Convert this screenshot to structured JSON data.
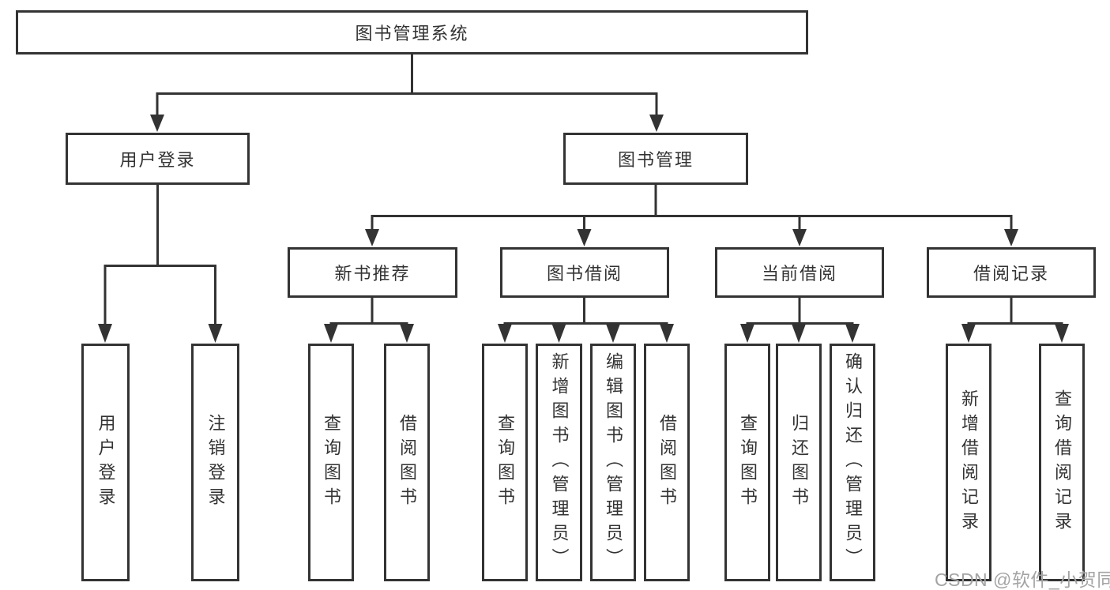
{
  "diagram": {
    "root": {
      "label": "图书管理系统"
    },
    "branches": [
      {
        "label": "用户登录",
        "leaves": [
          "用户登录",
          "注销登录"
        ]
      },
      {
        "label": "图书管理",
        "groups": [
          {
            "label": "新书推荐",
            "leaves": [
              "查询图书",
              "借阅图书"
            ]
          },
          {
            "label": "图书借阅",
            "leaves": [
              "查询图书",
              "新增图书（管理员）",
              "编辑图书（管理员）",
              "借阅图书"
            ]
          },
          {
            "label": "当前借阅",
            "leaves": [
              "查询图书",
              "归还图书",
              "确认归还（管理员）"
            ]
          },
          {
            "label": "借阅记录",
            "leaves": [
              "新增借阅记录",
              "查询借阅记录"
            ]
          }
        ]
      }
    ]
  },
  "watermark": {
    "text": "CSDN @软件_小贺同学"
  },
  "colors": {
    "line": "#333333",
    "box_border": "#333333",
    "box_fill": "#ffffff",
    "text": "#333333",
    "watermark": "#a4a4a4",
    "background": "#ffffff"
  }
}
